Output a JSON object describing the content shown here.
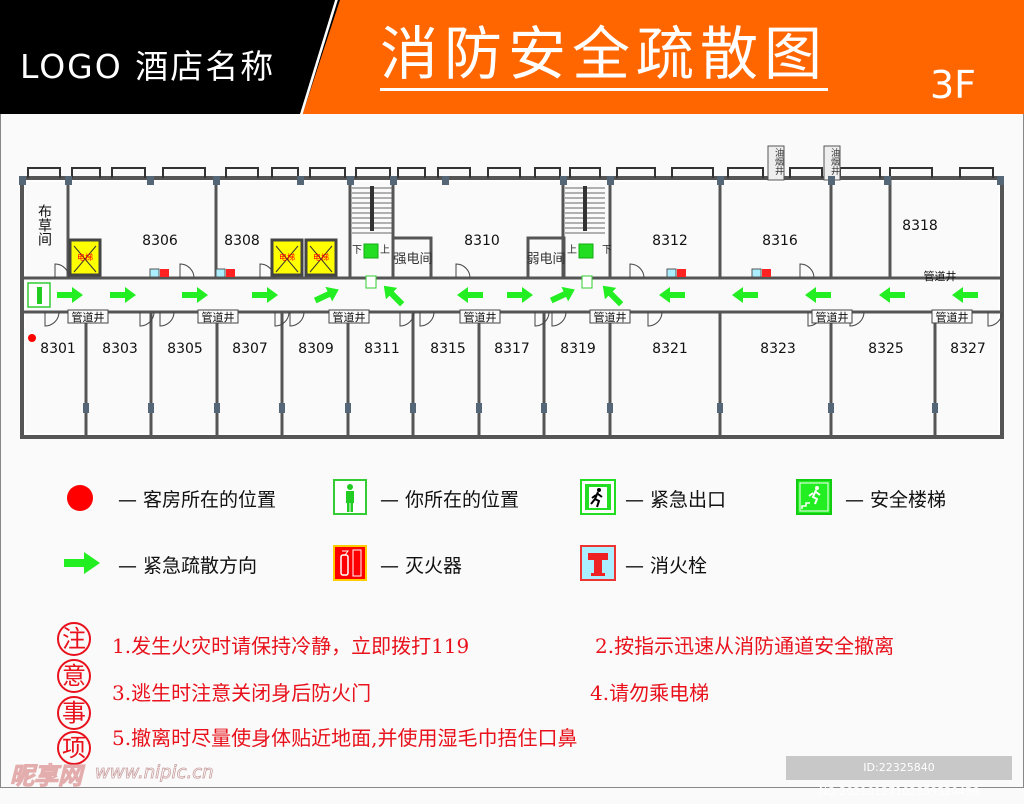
{
  "header": {
    "logo_text": "LOGO 酒店名称",
    "title": "消防安全疏散图",
    "floor": "3F",
    "colors": {
      "orange": "#ff6600",
      "black": "#000000"
    }
  },
  "plan": {
    "top_rooms": [
      "布草间",
      "8306",
      "8308",
      "8310",
      "8312",
      "8316",
      "8318"
    ],
    "bottom_rooms": [
      "8301",
      "8303",
      "8305",
      "8307",
      "8309",
      "8311",
      "8315",
      "8317",
      "8319",
      "8321",
      "8323",
      "8325",
      "8327"
    ],
    "utility_rooms": [
      "强电间",
      "弱电间"
    ],
    "pipe_shaft_label": "管道井",
    "smoke_shaft_label": "油烟井",
    "elevator_label": "电梯",
    "stair_down": "下",
    "stair_up": "上",
    "arrow_color": "#22ee22",
    "evacuation_directions": [
      "right",
      "right",
      "right",
      "right",
      "up-right",
      "up-left",
      "left",
      "right",
      "up-right",
      "up-left",
      "left",
      "left",
      "left",
      "left",
      "left"
    ]
  },
  "legend": [
    {
      "icon": "red-dot-icon",
      "label": "— 客房所在的位置"
    },
    {
      "icon": "person-icon",
      "label": "— 你所在的位置"
    },
    {
      "icon": "emergency-exit-icon",
      "label": "— 紧急出口"
    },
    {
      "icon": "safety-stairs-icon",
      "label": "— 安全楼梯"
    },
    {
      "icon": "green-arrow-icon",
      "label": "— 紧急疏散方向"
    },
    {
      "icon": "fire-extinguisher-icon",
      "label": "— 灭火器"
    },
    {
      "icon": "fire-hydrant-icon",
      "label": "— 消火栓"
    }
  ],
  "notes": {
    "heading_chars": [
      "注",
      "意",
      "事",
      "项"
    ],
    "items": [
      "1.发生火灾时请保持冷静，立即拨打119",
      "2.按指示迅速从消防通道安全撤离",
      "3.逃生时注意关闭身后防火门",
      "4.请勿乘电梯",
      "5.撤离时尽量使身体贴近地面,并使用湿毛巾捂住口鼻"
    ]
  },
  "watermark": {
    "site": "昵享网",
    "url": "www.nipic.cn",
    "id_text": "ID:22325840 NO:20210127102859520456"
  }
}
